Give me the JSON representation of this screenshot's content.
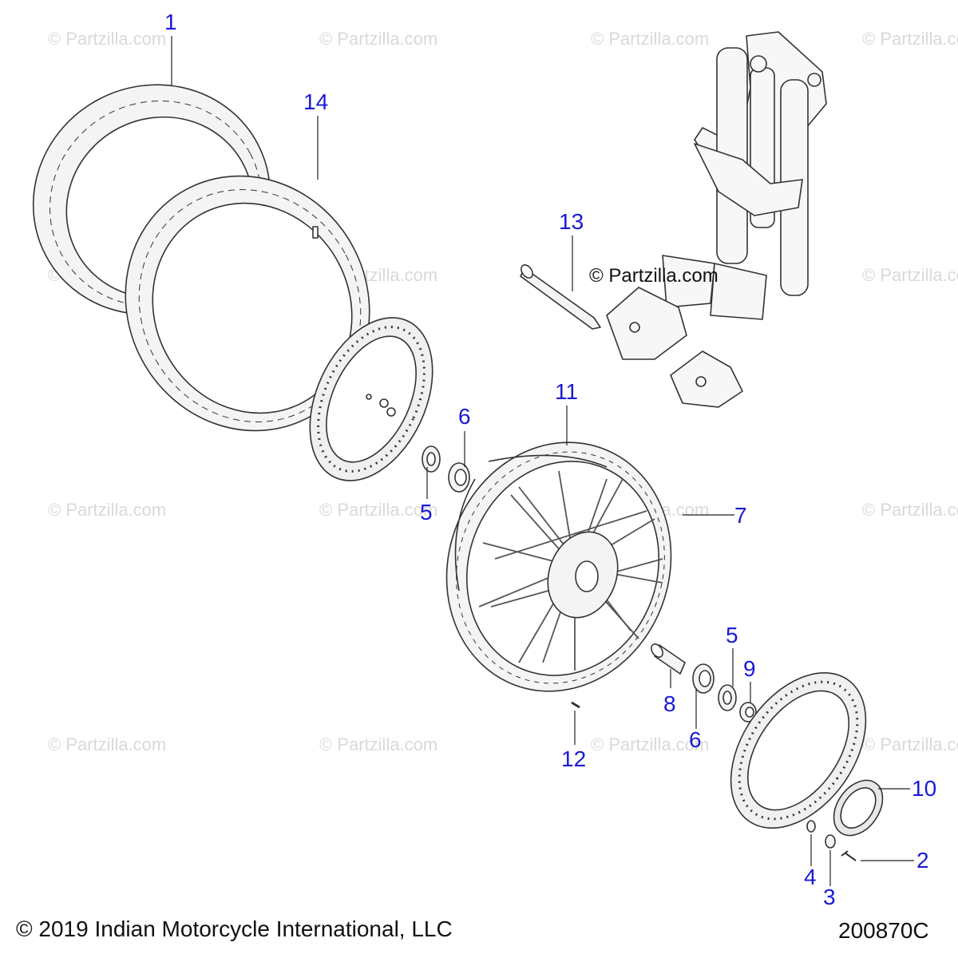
{
  "watermark": "© Partzilla.com",
  "diagram_watermark": "© Partzilla.com",
  "callouts": {
    "c1": "1",
    "c14": "14",
    "c13": "13",
    "c11": "11",
    "c6a": "6",
    "c5a": "5",
    "c7": "7",
    "c5b": "5",
    "c9": "9",
    "c8": "8",
    "c6b": "6",
    "c12": "12",
    "c10": "10",
    "c2": "2",
    "c4": "4",
    "c3": "3"
  },
  "footer": {
    "copyright": "© 2019 Indian Motorcycle International, LLC",
    "diagram_code": "200870C"
  },
  "colors": {
    "callout": "#1a1ad6",
    "line": "#333333",
    "watermark": "#d9d9d9",
    "part_fill": "#f4f4f4"
  }
}
